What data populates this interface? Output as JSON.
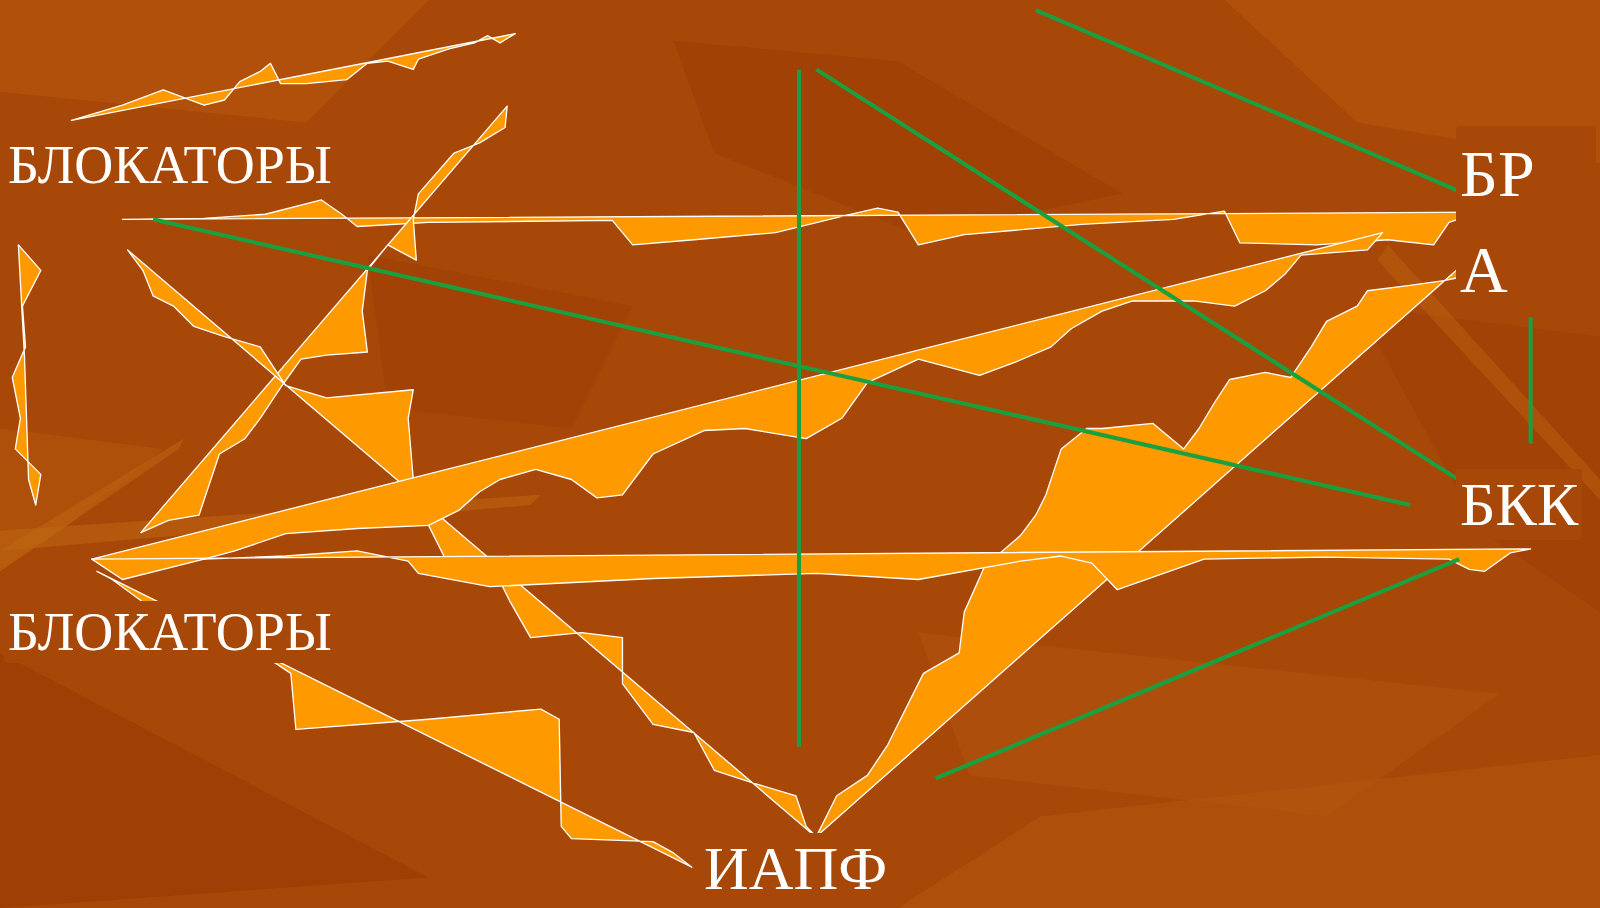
{
  "diagram": {
    "labels": [
      "БЛОКАТОРЫ",
      "БР А",
      "БКК",
      "БЛОКАТОРЫ",
      "ИАПФ"
    ]
  }
}
